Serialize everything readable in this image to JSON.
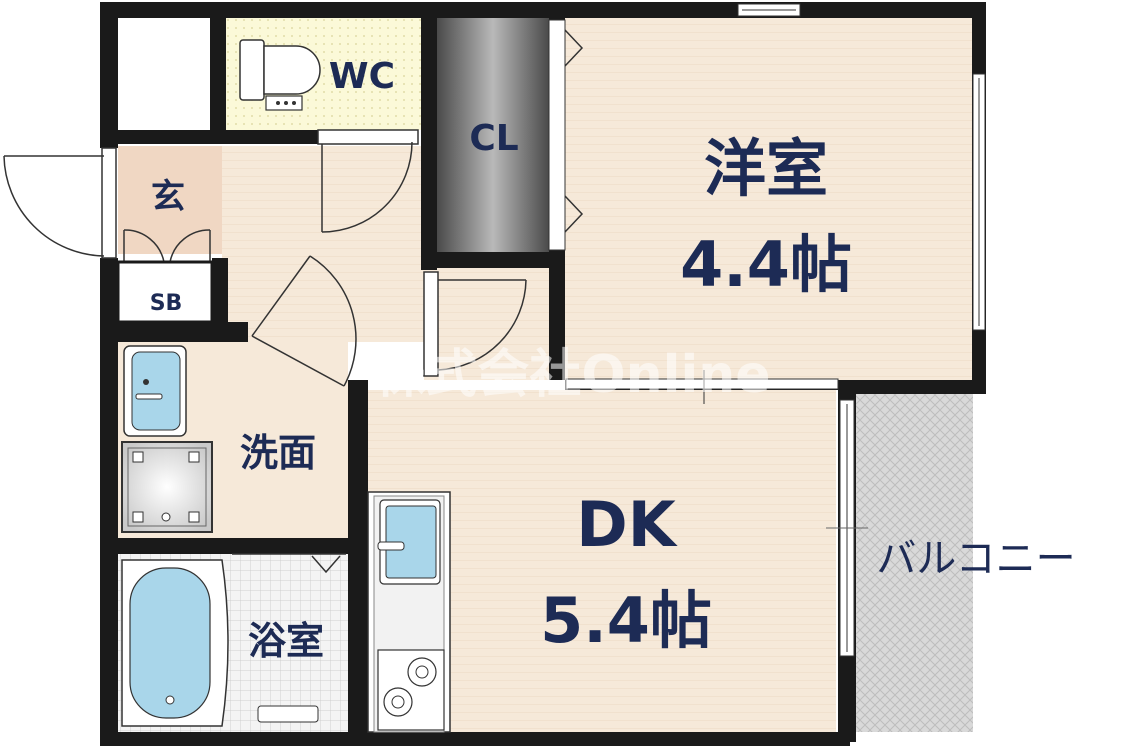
{
  "rooms": {
    "western_room": {
      "name": "洋室",
      "size": "4.4帖"
    },
    "dk": {
      "name": "DK",
      "size": "5.4帖"
    },
    "wc": "WC",
    "closet": "CL",
    "entrance": "玄",
    "shoe_box": "SB",
    "washroom": "洗面",
    "bathroom": "浴室",
    "balcony": "バルコニー"
  },
  "watermark": "株式会社Online",
  "colors": {
    "wall": "#1a1a1a",
    "floor_wood": "#f6e9d9",
    "entrance_floor": "#f0d7c3",
    "wc_floor": "#fbf9d8",
    "bath_floor": "#f2f2f2",
    "closet": "#5e5e5e",
    "fixture": "#a9d6ea",
    "label": "#1d2b55"
  }
}
